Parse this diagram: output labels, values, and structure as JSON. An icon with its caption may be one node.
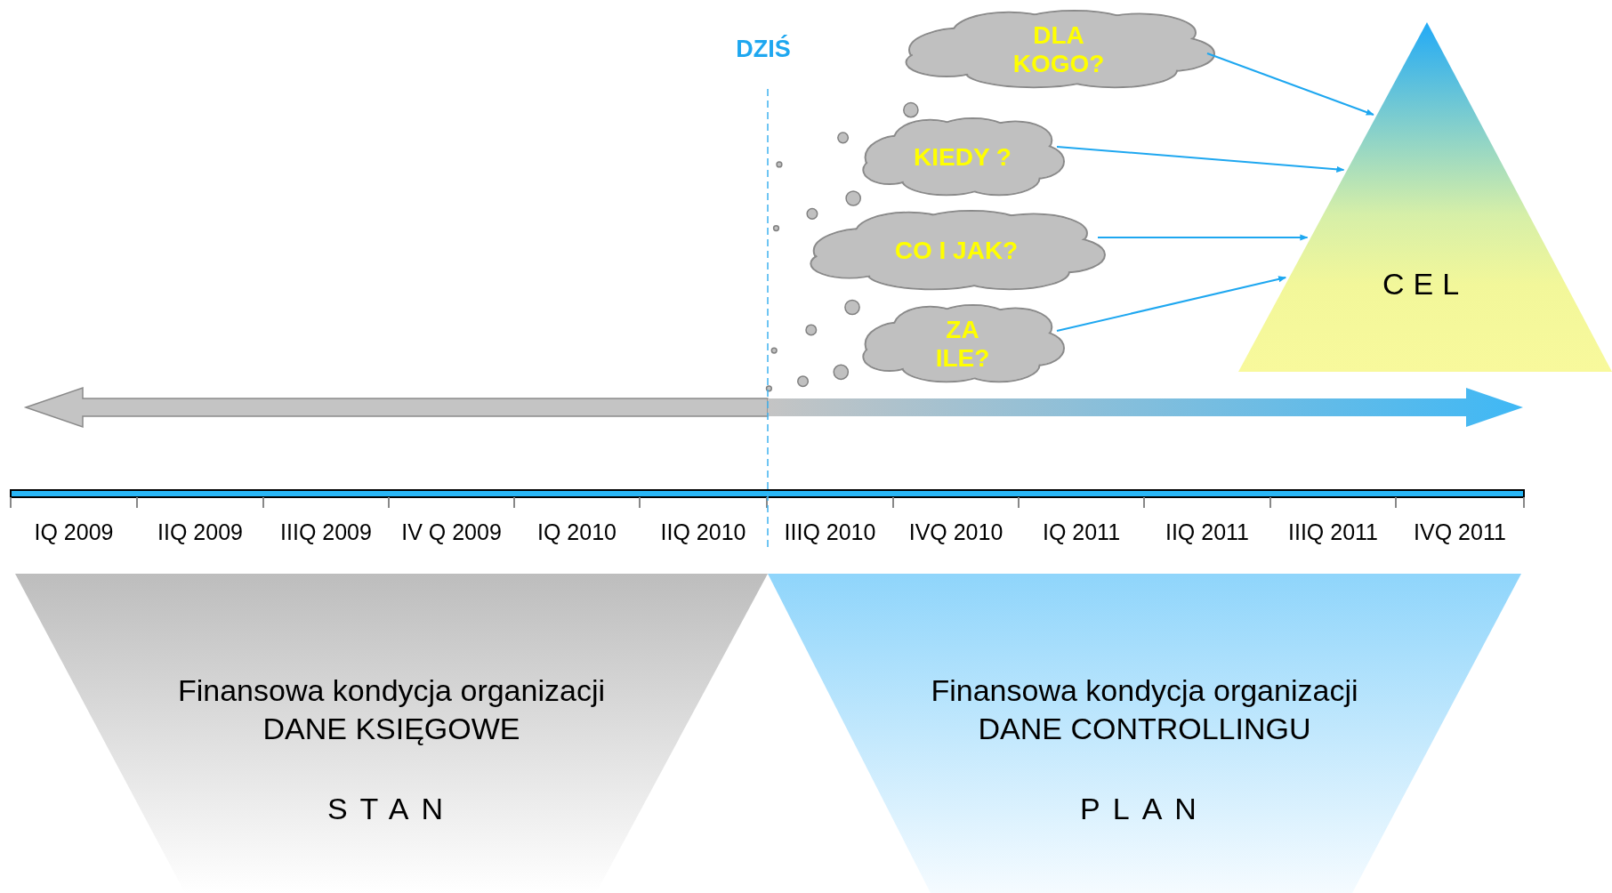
{
  "diagram": {
    "nodes": [
      {
        "text": [
          "DLA KOGO?"
        ]
      },
      {
        "text": [
          "KIEDY ?"
        ]
      },
      {
        "text": [
          "CO I JAK?"
        ]
      },
      {
        "text": [
          "ZA ILE?"
        ]
      },
      {
        "text": [
          "CEL"
        ]
      },
      {
        "text": [
          "Finansowa kondycja organizacji",
          "DANE KSIĘGOWE",
          "STAN"
        ]
      },
      {
        "text": [
          "Finansowa kondycja organizacji",
          "DANE CONTROLLINGU",
          "PLAN"
        ]
      }
    ],
    "edges": [
      {
        "from": 0,
        "to": 4,
        "arrow": "to"
      },
      {
        "from": 1,
        "to": 4,
        "arrow": "to"
      },
      {
        "from": 2,
        "to": 4,
        "arrow": "to"
      },
      {
        "from": 3,
        "to": 4,
        "arrow": "to"
      }
    ],
    "labels": [
      "DZIŚ",
      "IQ 2009",
      "IIQ 2009",
      "IIIQ 2009",
      "IV Q 2009",
      "IQ 2010",
      "IIQ 2010",
      "IIIQ 2010",
      "IVQ 2010",
      "IQ 2011",
      "IIQ 2011",
      "IIIQ 2011",
      "IVQ 2011"
    ]
  }
}
